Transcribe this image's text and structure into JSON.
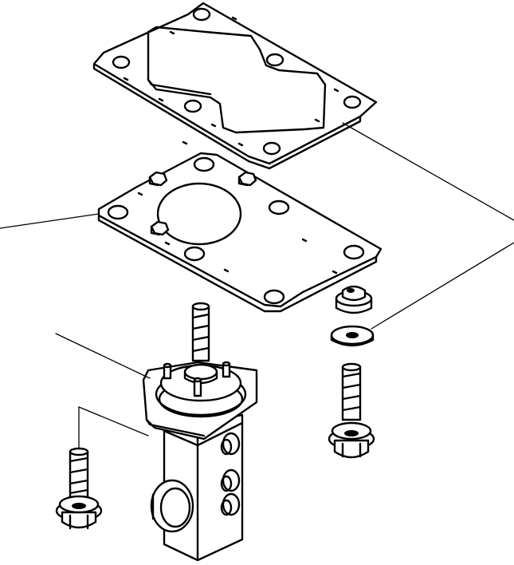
{
  "drawing": {
    "kind": "exploded parts illustration",
    "parts": [
      {
        "id": "gasket-upper",
        "icon": "gasket-icon"
      },
      {
        "id": "gasket-lower",
        "icon": "gasket-icon"
      },
      {
        "id": "nut",
        "icon": "nut-icon"
      },
      {
        "id": "washer",
        "icon": "washer-icon"
      },
      {
        "id": "bolt-right",
        "icon": "bolt-icon"
      },
      {
        "id": "bolt-left",
        "icon": "bolt-icon"
      },
      {
        "id": "valve-body",
        "icon": "valve-icon"
      }
    ],
    "leader_count": 5,
    "line_color": "#000000",
    "background": "#ffffff"
  }
}
